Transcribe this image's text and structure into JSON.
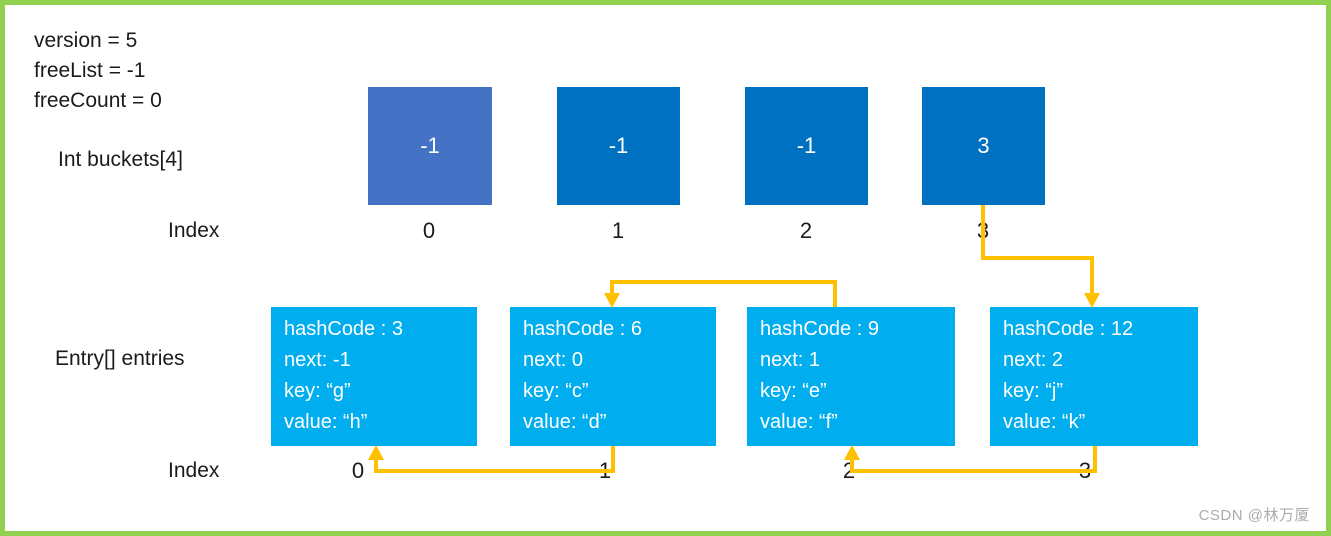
{
  "page": {
    "border_color": "#92D050",
    "background_color": "#FFFFFF"
  },
  "state_vars": {
    "lines": [
      "version = 5",
      "freeList = -1",
      "freeCount = 0"
    ]
  },
  "buckets": {
    "label": "Int buckets[4]",
    "index_label": "Index",
    "items": [
      {
        "value": "-1",
        "index": "0",
        "color": "#4472C4"
      },
      {
        "value": "-1",
        "index": "1",
        "color": "#0070C0"
      },
      {
        "value": "-1",
        "index": "2",
        "color": "#0070C0"
      },
      {
        "value": "3",
        "index": "3",
        "color": "#0070C0"
      }
    ]
  },
  "entries": {
    "label": "Entry[] entries",
    "index_label": "Index",
    "box_color": "#00AEEF",
    "items": [
      {
        "index": "0",
        "lines": [
          "hashCode : 3",
          "next: -1",
          "key: “g”",
          "value: “h”"
        ]
      },
      {
        "index": "1",
        "lines": [
          "hashCode : 6",
          "next: 0",
          "key: “c”",
          "value: “d”"
        ]
      },
      {
        "index": "2",
        "lines": [
          "hashCode : 9",
          "next: 1",
          "key: “e”",
          "value: “f”"
        ]
      },
      {
        "index": "3",
        "lines": [
          "hashCode : 12",
          "next: 2",
          "key: “j”",
          "value: “k”"
        ]
      }
    ]
  },
  "arrows": {
    "color": "#FFC000",
    "connections": [
      {
        "from": "bucket-3",
        "to": "entry-3"
      },
      {
        "from": "entry-2",
        "to": "entry-1"
      },
      {
        "from": "entry-1",
        "to": "entry-0"
      },
      {
        "from": "entry-3",
        "to": "entry-2"
      }
    ]
  },
  "watermark": {
    "text": "CSDN @林万厦",
    "color": "#A9ACAF"
  }
}
